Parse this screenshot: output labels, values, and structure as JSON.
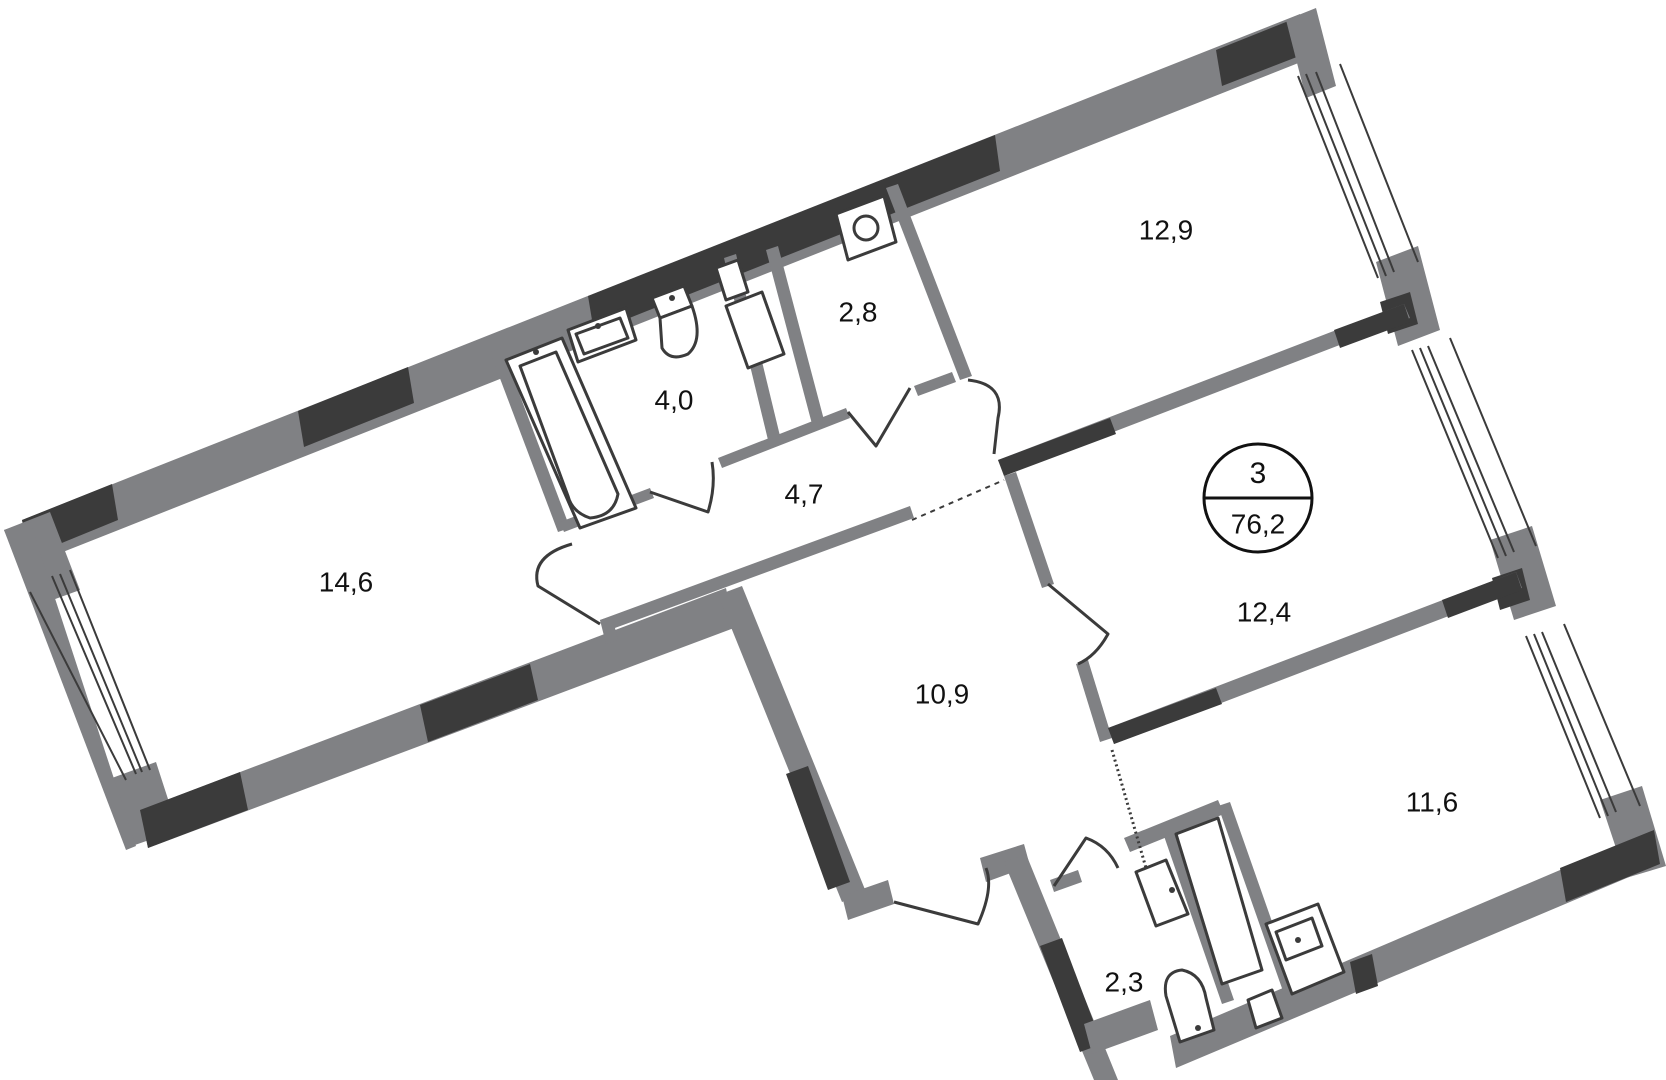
{
  "plan": {
    "rooms_count": "3",
    "total_area": "76,2",
    "colors": {
      "wall_light": "#808184",
      "wall_dark": "#3b3b3b",
      "lines": "#3b3b3b",
      "background": "#ffffff",
      "text": "#111111"
    },
    "rooms": [
      {
        "id": "living-left",
        "area": "14,6"
      },
      {
        "id": "bathroom-main",
        "area": "4,0"
      },
      {
        "id": "storage",
        "area": "2,8"
      },
      {
        "id": "bedroom-top-right",
        "area": "12,9"
      },
      {
        "id": "corridor",
        "area": "4,7"
      },
      {
        "id": "bedroom-middle-right",
        "area": "12,4"
      },
      {
        "id": "hall",
        "area": "10,9"
      },
      {
        "id": "bedroom-bottom-right",
        "area": "11,6"
      },
      {
        "id": "bathroom-small",
        "area": "2,3"
      }
    ]
  }
}
